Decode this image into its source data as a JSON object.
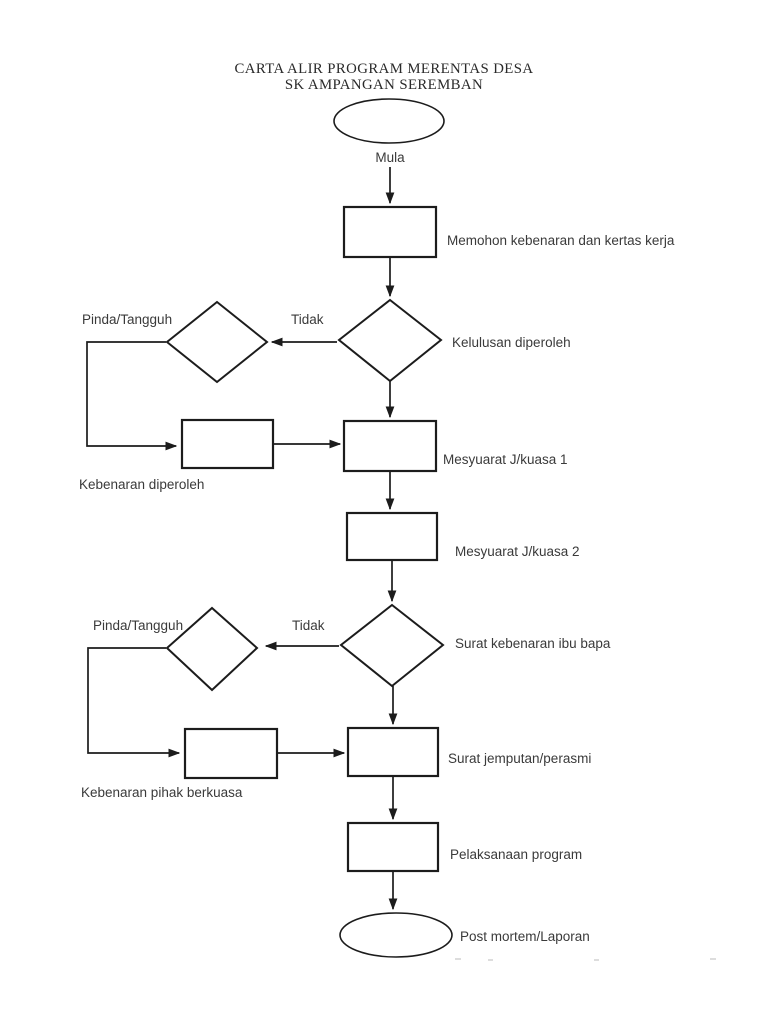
{
  "colors": {
    "ink": "#1c1c1c",
    "label_text": "#3a3a3a",
    "background": "#ffffff"
  },
  "header": {
    "title_line1": "CARTA ALIR PROGRAM MERENTAS DESA",
    "title_line2": "SK AMPANGAN SEREMBAN"
  },
  "diagram": {
    "type": "flowchart",
    "nodes": [
      {
        "id": "start",
        "shape": "ellipse",
        "label": "Mula"
      },
      {
        "id": "memohon",
        "shape": "process",
        "label": "Memohon kebenaran dan kertas kerja"
      },
      {
        "id": "kelulusan",
        "shape": "decision",
        "label": "Kelulusan diperoleh"
      },
      {
        "id": "pinda_tangguh_1",
        "shape": "decision",
        "label": "Pinda/Tangguh"
      },
      {
        "id": "kebenaran_diperoleh",
        "shape": "process",
        "label": "Kebenaran diperoleh"
      },
      {
        "id": "mesyuarat_jkuasa_1",
        "shape": "process",
        "label": "Mesyuarat J/kuasa 1"
      },
      {
        "id": "mesyuarat_jkuasa_2",
        "shape": "process",
        "label": "Mesyuarat J/kuasa 2"
      },
      {
        "id": "surat_kebenaran_ibu_bapa",
        "shape": "decision",
        "label": "Surat kebenaran ibu bapa"
      },
      {
        "id": "pinda_tangguh_2",
        "shape": "decision",
        "label": "Pinda/Tangguh"
      },
      {
        "id": "kebenaran_pihak_berkuasa",
        "shape": "process",
        "label": "Kebenaran pihak berkuasa"
      },
      {
        "id": "surat_jemputan",
        "shape": "process",
        "label": "Surat jemputan/perasmi"
      },
      {
        "id": "pelaksanaan",
        "shape": "process",
        "label": "Pelaksanaan program"
      },
      {
        "id": "end",
        "shape": "ellipse",
        "label": "Post mortem/Laporan"
      }
    ],
    "edge_labels": [
      {
        "id": "tidak_1",
        "text": "Tidak"
      },
      {
        "id": "tidak_2",
        "text": "Tidak"
      }
    ]
  }
}
